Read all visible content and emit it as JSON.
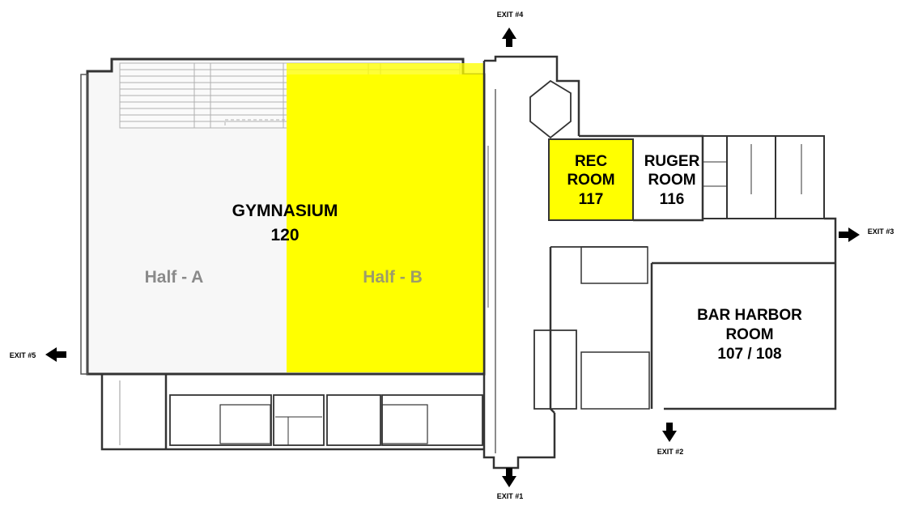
{
  "colors": {
    "highlight": "#ffff00",
    "wall": "#3a3a3a",
    "floor": "#f6f6f6",
    "arrow": "#000000"
  },
  "rooms": {
    "gymnasium": {
      "name": "GYMNASIUM",
      "number": "120"
    },
    "half_a": {
      "label": "Half - A",
      "highlighted": false
    },
    "half_b": {
      "label": "Half - B",
      "highlighted": true
    },
    "rec_room": {
      "line1": "REC",
      "line2": "ROOM",
      "number": "117",
      "highlighted": true
    },
    "ruger_room": {
      "line1": "RUGER",
      "line2": "ROOM",
      "number": "116"
    },
    "bar_harbor": {
      "line1": "BAR HARBOR",
      "line2": "ROOM",
      "number": "107 / 108"
    }
  },
  "exits": [
    {
      "label": "EXIT #1",
      "direction": "down"
    },
    {
      "label": "EXIT #2",
      "direction": "down"
    },
    {
      "label": "EXIT #3",
      "direction": "right"
    },
    {
      "label": "EXIT #4",
      "direction": "up"
    },
    {
      "label": "EXIT #5",
      "direction": "left"
    }
  ]
}
